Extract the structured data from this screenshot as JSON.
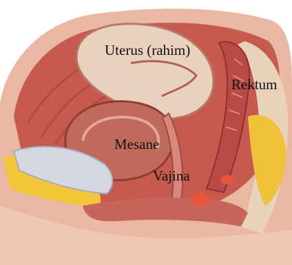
{
  "labels": {
    "uterus": "Uterus (rahim)",
    "rektum": "Rektum",
    "mesane": "Mesane",
    "vajina": "Vajina"
  },
  "colors": {
    "background": "#ffffff",
    "skin": "#e9b9a3",
    "muscle": "#c4584c",
    "uterus_body": "#eacdb9",
    "fat": "#f2c637",
    "bladder": "#d2d4df",
    "label_text": "#111111"
  }
}
